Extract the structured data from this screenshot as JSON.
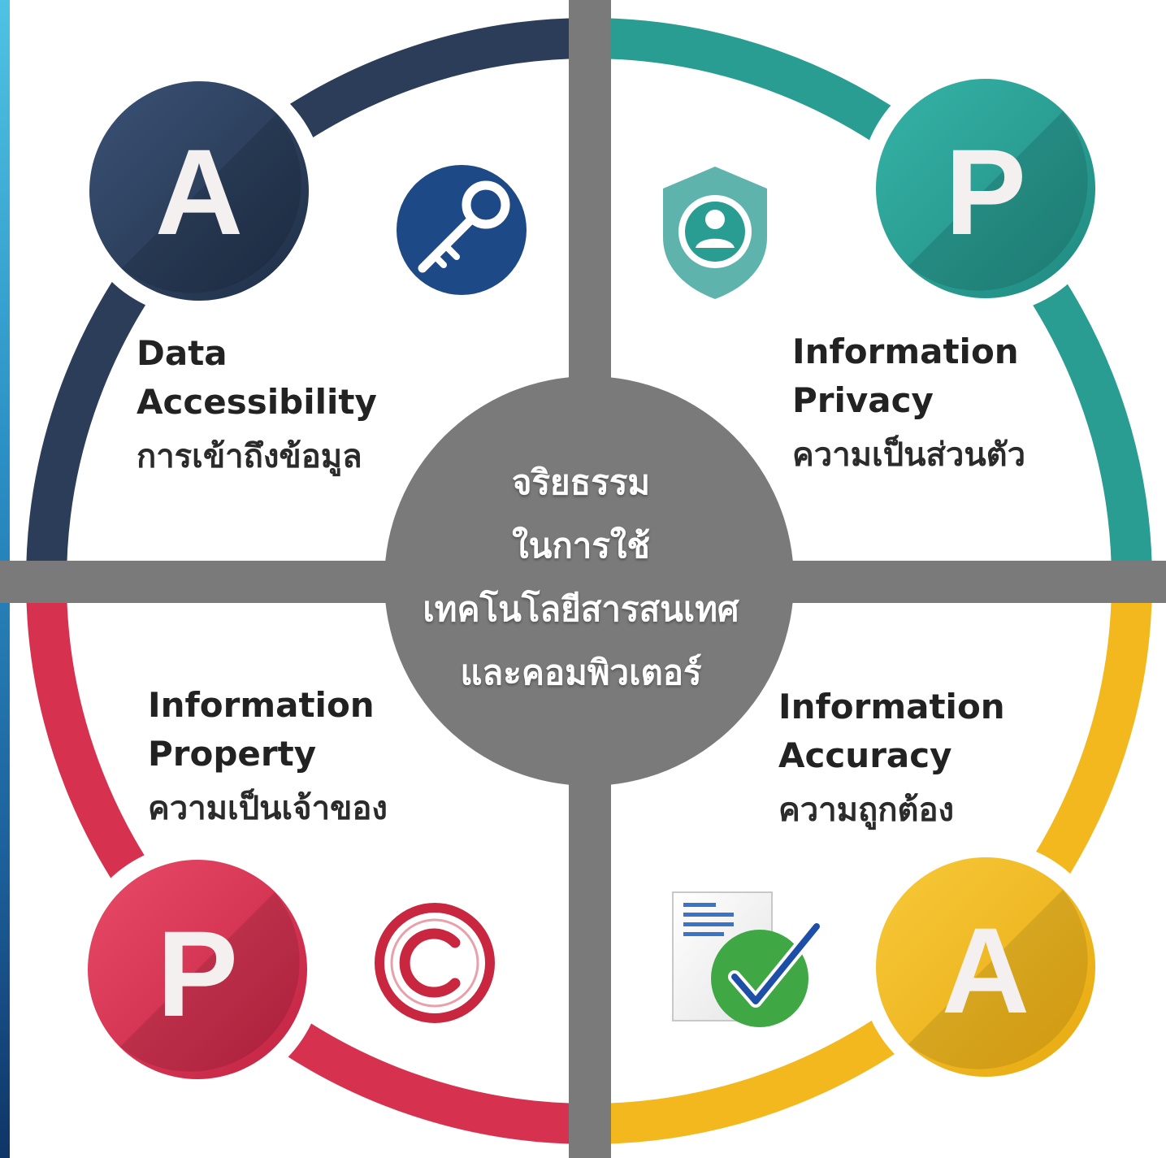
{
  "center": {
    "lines": [
      "จริยธรรม",
      "ในการใช้",
      "เทคโนโลยีสารสนเทศ",
      "และคอมพิวเตอร์"
    ]
  },
  "quadrants": [
    {
      "letter": "A",
      "title_lines": [
        "Data",
        "Accessibility"
      ],
      "thai": "การเข้าถึงข้อมูล",
      "color": "#2b3d58",
      "icon": "key-icon"
    },
    {
      "letter": "P",
      "title_lines": [
        "Information",
        "Privacy"
      ],
      "thai": "ความเป็นส่วนตัว",
      "color": "#2a9d93",
      "icon": "privacy-shield-icon"
    },
    {
      "letter": "P",
      "title_lines": [
        "Information",
        "Property"
      ],
      "thai": "ความเป็นเจ้าของ",
      "color": "#d6324f",
      "icon": "copyright-icon"
    },
    {
      "letter": "A",
      "title_lines": [
        "Information",
        "Accuracy"
      ],
      "thai": "ความถูกต้อง",
      "color": "#f2b81e",
      "icon": "document-check-icon"
    }
  ],
  "colors": {
    "divider": "#7a7a7a",
    "center_circle": "#7a7a7a",
    "key_icon_bg": "#1d4a86",
    "shield": "#5fb3ad",
    "check_green": "#3fa844"
  }
}
